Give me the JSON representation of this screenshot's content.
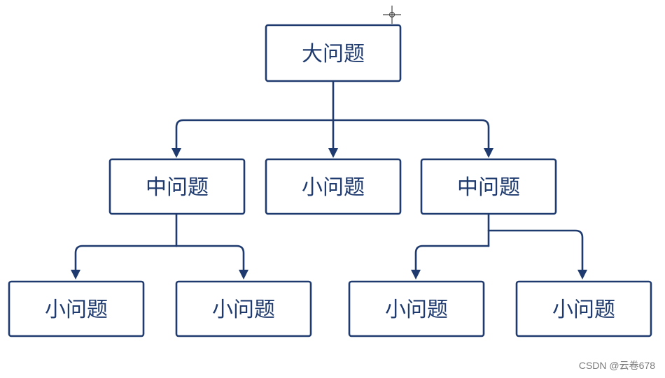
{
  "nodes": {
    "root": {
      "label": "大问题"
    },
    "mid_left": {
      "label": "中问题"
    },
    "small_center": {
      "label": "小问题"
    },
    "mid_right": {
      "label": "中问题"
    },
    "leaf_1": {
      "label": "小问题"
    },
    "leaf_2": {
      "label": "小问题"
    },
    "leaf_3": {
      "label": "小问题"
    },
    "leaf_4": {
      "label": "小问题"
    }
  },
  "edges": [
    {
      "from": "root",
      "to": "mid_left"
    },
    {
      "from": "root",
      "to": "small_center"
    },
    {
      "from": "root",
      "to": "mid_right"
    },
    {
      "from": "mid_left",
      "to": "leaf_1"
    },
    {
      "from": "mid_left",
      "to": "leaf_2"
    },
    {
      "from": "mid_right",
      "to": "leaf_3"
    },
    {
      "from": "mid_right",
      "to": "leaf_4"
    }
  ],
  "colors": {
    "stroke": "#1e3a6e",
    "text": "#1e3a6e",
    "watermark": "#7a7a7a"
  },
  "watermark": {
    "text": "CSDN @云卷678"
  }
}
